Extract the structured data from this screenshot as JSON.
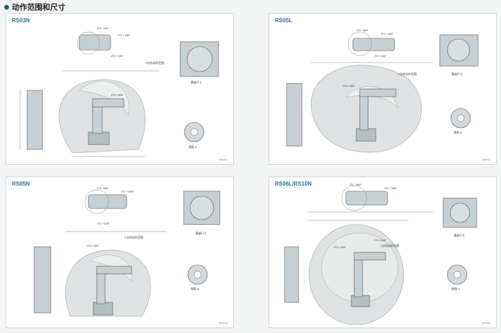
{
  "header": {
    "title": "动作范围和尺寸"
  },
  "panels": [
    {
      "model": "RS03N",
      "code": "(RWN)",
      "annotation": "P点的动作范围",
      "mounting_label": "基座尺寸",
      "view_label": "视图 A",
      "joint_labels": [
        "JT1 -180°",
        "JT1 +180°",
        "JT2 +130°",
        "JT3 +150°"
      ]
    },
    {
      "model": "RS05L",
      "code": "(RWN)",
      "annotation": "P点的动作范围",
      "mounting_label": "基座尺寸",
      "view_label": "视图 A",
      "joint_labels": [
        "JT1 -180°",
        "JT1 +180°",
        "JT2 +135°",
        "JT3 +150°"
      ]
    },
    {
      "model": "RS05N",
      "code": "(RWN)",
      "annotation": "P点的动作范围",
      "mounting_label": "基座尺寸",
      "view_label": "视图 A",
      "joint_labels": [
        "JT1 -180°",
        "JT1 +180°",
        "JT2 +135°",
        "JT3 +150°"
      ]
    },
    {
      "model": "RS06L/RS10N",
      "code": "(RWN)",
      "annotation": "P点的动作范围",
      "mounting_label": "基座尺寸",
      "view_label": "视图 A",
      "joint_labels": [
        "JT1 -180°",
        "JT1 +180°",
        "JT2 +145°",
        "JT3 +150°"
      ]
    }
  ]
}
